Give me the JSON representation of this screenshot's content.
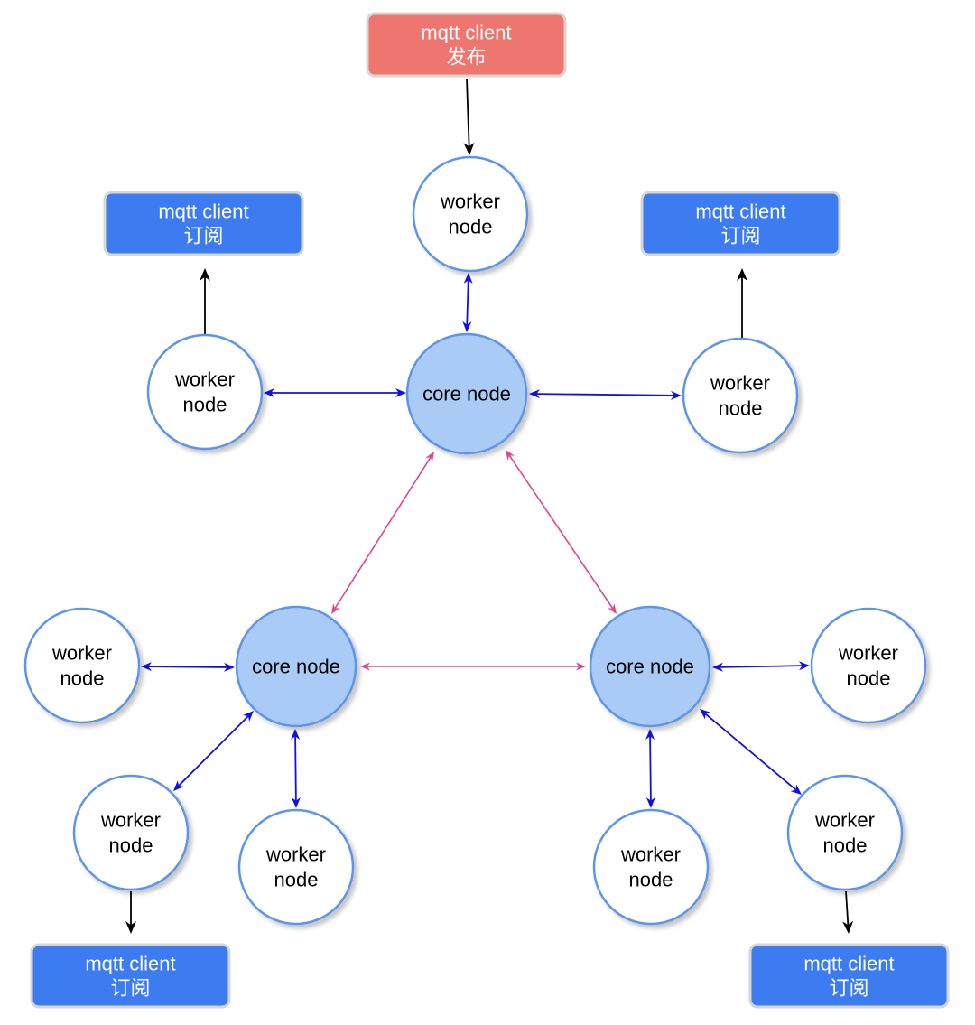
{
  "colors": {
    "publisher_fill": "#ee766e",
    "subscriber_fill": "#3d7cf0",
    "box_border": "#d6d6d6",
    "core_fill": "#a9cbf6",
    "node_stroke": "#5b95ea",
    "worker_fill": "#ffffff",
    "core_link": "#e0468f",
    "worker_link": "#1010e6",
    "client_link": "#000000"
  },
  "nodes": {
    "core_top": [
      "core node"
    ],
    "core_left": [
      "core node"
    ],
    "core_right": [
      "core node"
    ],
    "worker_top": [
      "worker",
      "node"
    ],
    "worker_top_left": [
      "worker",
      "node"
    ],
    "worker_top_right": [
      "worker",
      "node"
    ],
    "worker_left": [
      "worker",
      "node"
    ],
    "worker_left_lower": [
      "worker",
      "node"
    ],
    "worker_left_bottom": [
      "worker",
      "node"
    ],
    "worker_right": [
      "worker",
      "node"
    ],
    "worker_right_lower": [
      "worker",
      "node"
    ],
    "worker_right_bottom": [
      "worker",
      "node"
    ]
  },
  "clients": {
    "publisher_top": [
      "mqtt client",
      "发布"
    ],
    "subscriber_top_left": [
      "mqtt client",
      "订阅"
    ],
    "subscriber_top_right": [
      "mqtt client",
      "订阅"
    ],
    "subscriber_bottom_left": [
      "mqtt client",
      "订阅"
    ],
    "subscriber_bottom_right": [
      "mqtt client",
      "订阅"
    ]
  }
}
